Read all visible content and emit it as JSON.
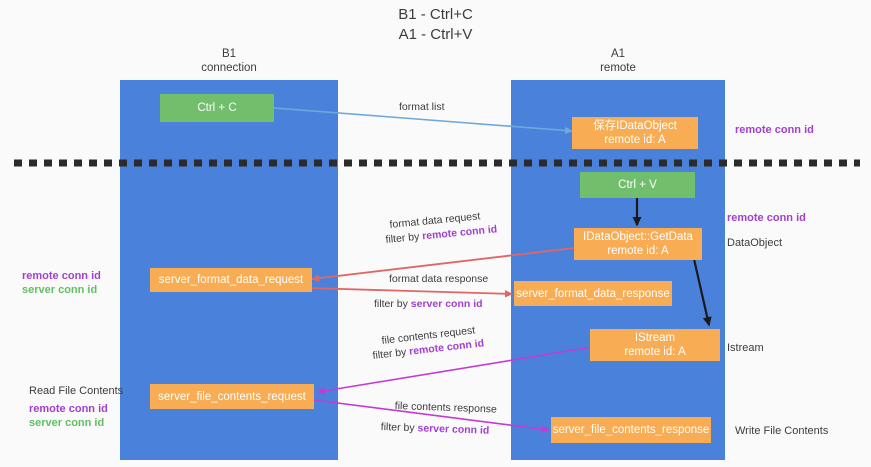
{
  "title": {
    "line1": "B1 - Ctrl+C",
    "line2": "A1 - Ctrl+V"
  },
  "columns": [
    {
      "name": "B1",
      "sub": "connection"
    },
    {
      "name": "A1",
      "sub": "remote"
    }
  ],
  "boxes": {
    "ctrl_c": {
      "line1": "Ctrl + C",
      "line2": ""
    },
    "ctrl_v": {
      "line1": "Ctrl + V",
      "line2": ""
    },
    "save_idataobject": {
      "line1": "保存IDataObject",
      "line2": "remote id: A"
    },
    "getdata": {
      "line1": "IDataObject::GetData",
      "line2": "remote id: A"
    },
    "istream": {
      "line1": "IStream",
      "line2": "remote id: A"
    },
    "server_format_data_request": {
      "line1": "server_format_data_request",
      "line2": ""
    },
    "server_format_data_response": {
      "line1": "server_format_data_response",
      "line2": ""
    },
    "server_file_contents_request": {
      "line1": "server_file_contents_request",
      "line2": ""
    },
    "server_file_contents_response": {
      "line1": "server_file_contents_response",
      "line2": ""
    }
  },
  "arrow_labels": {
    "format_list": "format list",
    "format_data_request": "format data request",
    "format_data_request_filter_prefix": "filter by ",
    "format_data_request_filter_key": "remote conn id",
    "format_data_response": "format data response",
    "format_data_response_filter_prefix": "filter by ",
    "format_data_response_filter_key": "server conn id",
    "file_contents_request": "file contents request",
    "file_contents_request_filter_prefix": "filter by ",
    "file_contents_request_filter_key": "remote conn id",
    "file_contents_response": "file contents response",
    "file_contents_response_filter_prefix": "filter by ",
    "file_contents_response_filter_key": "server conn id"
  },
  "side_labels": {
    "right_remote_conn_id_top": "remote conn id",
    "right_remote_conn_id_mid": "remote conn id",
    "right_dataobject": "DataObject",
    "right_istream": "Istream",
    "right_write_file_contents": "Write File Contents",
    "left_remote_conn_id": "remote conn id",
    "left_server_conn_id": "server conn id",
    "left_read_file_contents": "Read File Contents",
    "left_remote_conn_id_2": "remote conn id",
    "left_server_conn_id_2": "server conn id"
  },
  "colors": {
    "lane": "#4a82db",
    "green_box": "#71bf6d",
    "orange_box": "#f8ac54",
    "purple_text": "#a23fd0",
    "green_text": "#5fbf62",
    "blue_arrow": "#6fa8dc",
    "red_arrow": "#e06666",
    "magenta_arrow": "#c43bd0",
    "black_arrow": "#1a1a1a",
    "divider": "#2b2b2b",
    "background": "#fafafa"
  }
}
